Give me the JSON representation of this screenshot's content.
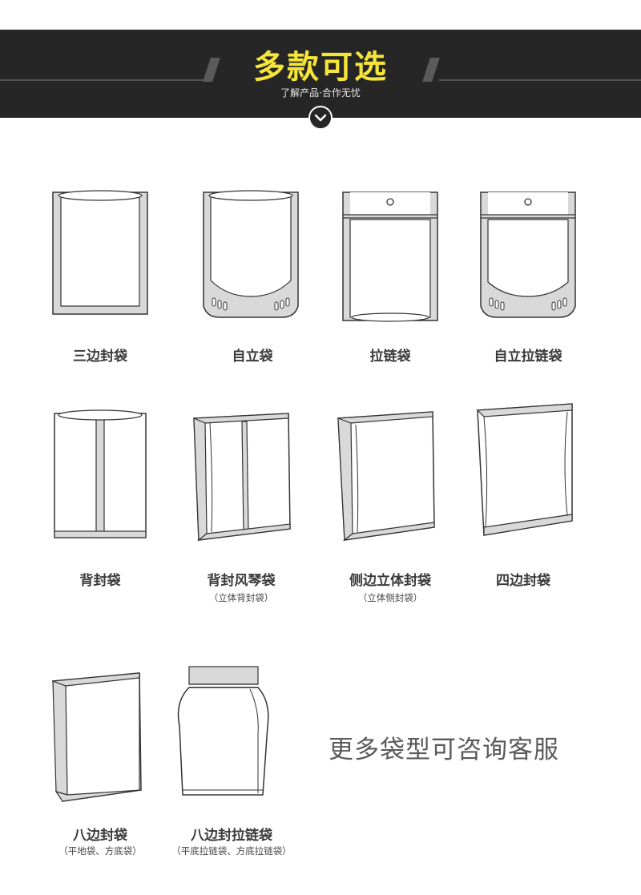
{
  "header": {
    "title": "多款可选",
    "subtitle": "了解产品·合作无忧"
  },
  "bags": [
    {
      "label": "三边封袋",
      "sublabel": ""
    },
    {
      "label": "自立袋",
      "sublabel": ""
    },
    {
      "label": "拉链袋",
      "sublabel": ""
    },
    {
      "label": "自立拉链袋",
      "sublabel": ""
    },
    {
      "label": "背封袋",
      "sublabel": ""
    },
    {
      "label": "背封风琴袋",
      "sublabel": "（立体背封袋）"
    },
    {
      "label": "侧边立体封袋",
      "sublabel": "（立体侧封袋）"
    },
    {
      "label": "四边封袋",
      "sublabel": ""
    },
    {
      "label": "八边封袋",
      "sublabel": "（平地袋、方底袋）"
    },
    {
      "label": "八边封拉链袋",
      "sublabel": "（平底拉链袋、方底拉链袋）"
    }
  ],
  "more_text": "更多袋型可咨询客服",
  "colors": {
    "banner": "#262626",
    "title": "#f5e53a",
    "seal": "#d9d9d9",
    "outline": "#333333"
  },
  "icons": {
    "down": "chevron-down-icon"
  }
}
